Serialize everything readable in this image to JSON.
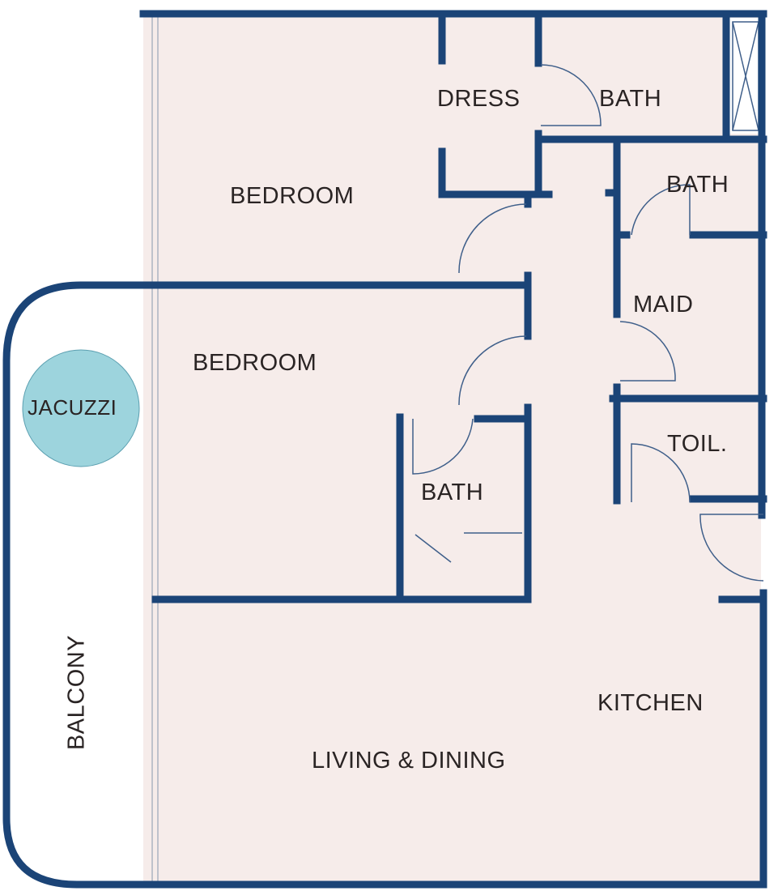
{
  "plan": {
    "rooms": {
      "dress": "DRESS",
      "bath_master": "BATH",
      "bedroom_master": "BEDROOM",
      "bath_maid": "BATH",
      "maid": "MAID",
      "bedroom_second": "BEDROOM",
      "jacuzzi": "JACUZZI",
      "bath_second": "BATH",
      "toilet": "TOIL.",
      "kitchen": "KITCHEN",
      "living_dining": "LIVING & DINING",
      "balcony": "BALCONY"
    },
    "colors": {
      "wall": "#1b4477",
      "floor": "#f6ecea",
      "jacuzzi": "#9dd4dd"
    }
  }
}
